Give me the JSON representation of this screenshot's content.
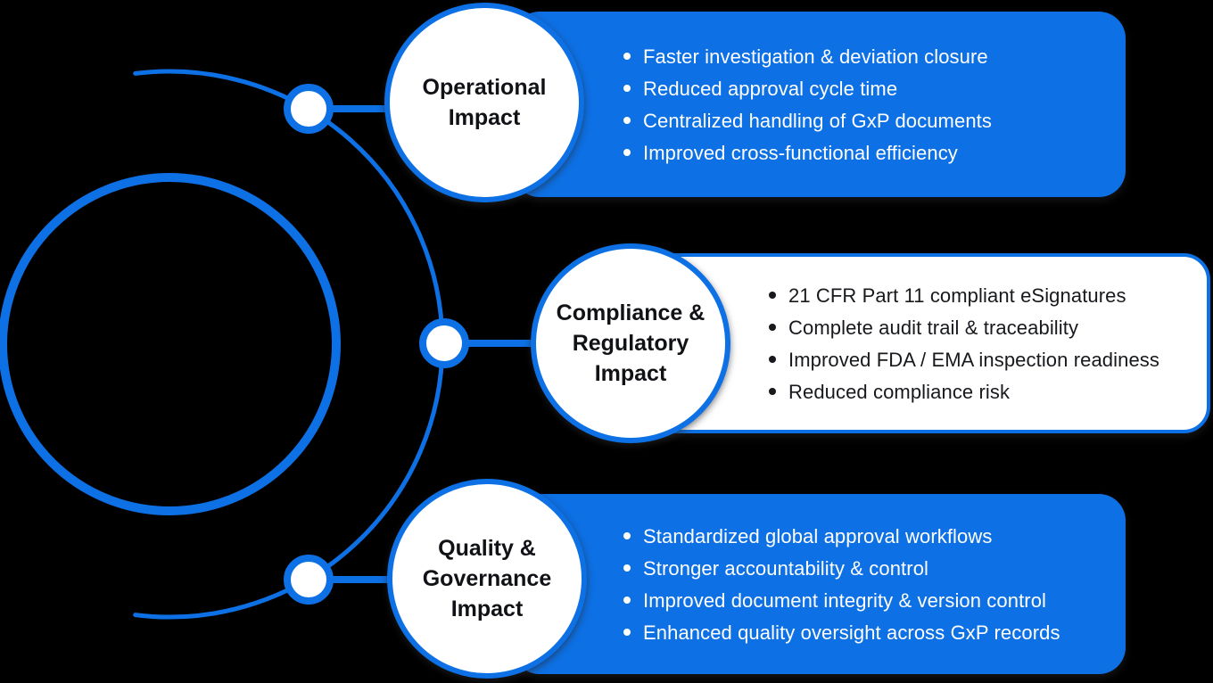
{
  "diagram": {
    "background_color": "#000000",
    "accent_color": "#0D70E4",
    "panel_text_color_on_blue": "#FFFFFF",
    "panel_text_color_on_white": "#17191D",
    "label_text_color": "#101215",
    "branches": [
      {
        "id": "operational",
        "label_lines": [
          "Operational",
          "Impact"
        ],
        "panel_style": "blue",
        "bullets": [
          "Faster investigation & deviation closure",
          "Reduced approval cycle time",
          "Centralized handling of GxP documents",
          "Improved cross-functional efficiency"
        ]
      },
      {
        "id": "compliance",
        "label_lines": [
          "Compliance &",
          "Regulatory",
          "Impact"
        ],
        "panel_style": "white",
        "bullets": [
          "21 CFR Part 11 compliant eSignatures",
          "Complete audit trail & traceability",
          "Improved FDA / EMA inspection readiness",
          "Reduced compliance risk"
        ]
      },
      {
        "id": "quality",
        "label_lines": [
          "Quality &",
          "Governance",
          "Impact"
        ],
        "panel_style": "blue",
        "bullets": [
          "Standardized global approval workflows",
          "Stronger accountability & control",
          "Improved document integrity & version control",
          "Enhanced quality oversight across GxP records"
        ]
      }
    ]
  }
}
